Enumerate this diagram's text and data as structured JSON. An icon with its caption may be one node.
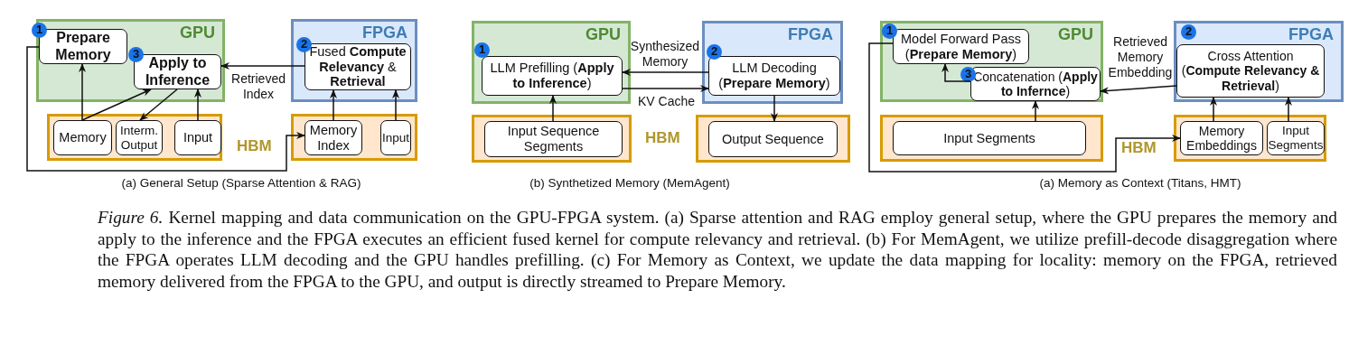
{
  "diagram": {
    "caption": "*Figure 6.* Kernel mapping and data communication on the GPU-FPGA system. (a) Sparse attention and RAG employ general setup, where the GPU prepares the memory and apply to the inference and the FPGA executes an efficient fused kernel for compute relevancy and retrieval. (b) For MemAgent, we utilize prefill-decode disaggregation where the FPGA operates LLM decoding and the GPU handles prefilling. (c) For Memory as Context, we update the data mapping for locality: memory on the FPGA, retrieved memory delivered from the FPGA to the GPU, and output is directly streamed to Prepare Memory.",
    "nodes": [
      {
        "text": [
          "GPU"
        ]
      },
      {
        "text": [
          "1",
          "Prepare Memory"
        ],
        "in": 0
      },
      {
        "text": [
          "3",
          "Apply to Inference"
        ],
        "in": 0
      },
      {
        "text": [
          "FPGA"
        ]
      },
      {
        "text": [
          "2",
          "Fused **Compute Relevancy** & **Retrieval**"
        ],
        "in": 3
      },
      {
        "text": [],
        "shape": "box"
      },
      {
        "text": [
          "Memory"
        ],
        "in": 5
      },
      {
        "text": [
          "Interm. Output"
        ],
        "in": 5
      },
      {
        "text": [
          "Input"
        ],
        "in": 5
      },
      {
        "text": [],
        "shape": "box"
      },
      {
        "text": [
          "Memory Index"
        ],
        "in": 9
      },
      {
        "text": [
          "Input"
        ],
        "in": 9
      },
      {
        "text": [
          "GPU"
        ]
      },
      {
        "text": [
          "1",
          "LLM Prefilling (**Apply to Inference**)"
        ],
        "in": 12
      },
      {
        "text": [
          "FPGA"
        ]
      },
      {
        "text": [
          "2",
          "LLM Decoding (**Prepare Memory**)"
        ],
        "in": 14
      },
      {
        "text": [],
        "shape": "box"
      },
      {
        "text": [
          "Input Sequence Segments"
        ],
        "in": 16
      },
      {
        "text": [],
        "shape": "box"
      },
      {
        "text": [
          "Output Sequence"
        ],
        "in": 18
      },
      {
        "text": [
          "GPU"
        ]
      },
      {
        "text": [
          "1",
          "Model Forward Pass (**Prepare Memory**)"
        ],
        "in": 20
      },
      {
        "text": [
          "3",
          "Concatenation (**Apply to Infernce**)"
        ],
        "in": 20
      },
      {
        "text": [
          "FPGA"
        ]
      },
      {
        "text": [
          "2",
          "Cross Attention (**Compute Relevancy & Retrieval**)"
        ],
        "in": 23
      },
      {
        "text": [],
        "shape": "box"
      },
      {
        "text": [
          "Input Segments"
        ],
        "in": 25
      },
      {
        "text": [],
        "shape": "box"
      },
      {
        "text": [
          "Memory Embeddings"
        ],
        "in": 27
      },
      {
        "text": [
          "Input Segments"
        ],
        "in": 27
      }
    ],
    "edges": [
      {
        "from": 6,
        "to": 1,
        "arrow": "to"
      },
      {
        "from": 6,
        "to": 2,
        "arrow": "to"
      },
      {
        "from": 2,
        "to": 7,
        "arrow": "to"
      },
      {
        "from": 8,
        "to": 2,
        "arrow": "to"
      },
      {
        "from": 4,
        "to": 2,
        "arrow": "to",
        "label": "Retrieved Index"
      },
      {
        "from": 10,
        "to": 4,
        "arrow": "to"
      },
      {
        "from": 11,
        "to": 4,
        "arrow": "to"
      },
      {
        "from": 1,
        "to": 10,
        "arrow": "to"
      },
      {
        "from": 15,
        "to": 13,
        "arrow": "to",
        "label": "Synthesized Memory"
      },
      {
        "from": 13,
        "to": 15,
        "arrow": "to",
        "label": "KV Cache"
      },
      {
        "from": 17,
        "to": 13,
        "arrow": "to"
      },
      {
        "from": 15,
        "to": 19,
        "arrow": "to"
      },
      {
        "from": 22,
        "to": 21,
        "arrow": "to"
      },
      {
        "from": 24,
        "to": 22,
        "arrow": "to",
        "label": "Retrieved Memory Embedding"
      },
      {
        "from": 26,
        "to": 22,
        "arrow": "to"
      },
      {
        "from": 28,
        "to": 24,
        "arrow": "to"
      },
      {
        "from": 29,
        "to": 24,
        "arrow": "to"
      },
      {
        "from": 21,
        "to": 28,
        "arrow": "to"
      }
    ],
    "labels": [
      "HBM",
      "HBM",
      "HBM",
      "(a) General Setup (Sparse Attention & RAG)",
      "(b) Synthetized Memory (MemAgent)",
      "(a) Memory as Context (Titans, HMT)"
    ]
  }
}
